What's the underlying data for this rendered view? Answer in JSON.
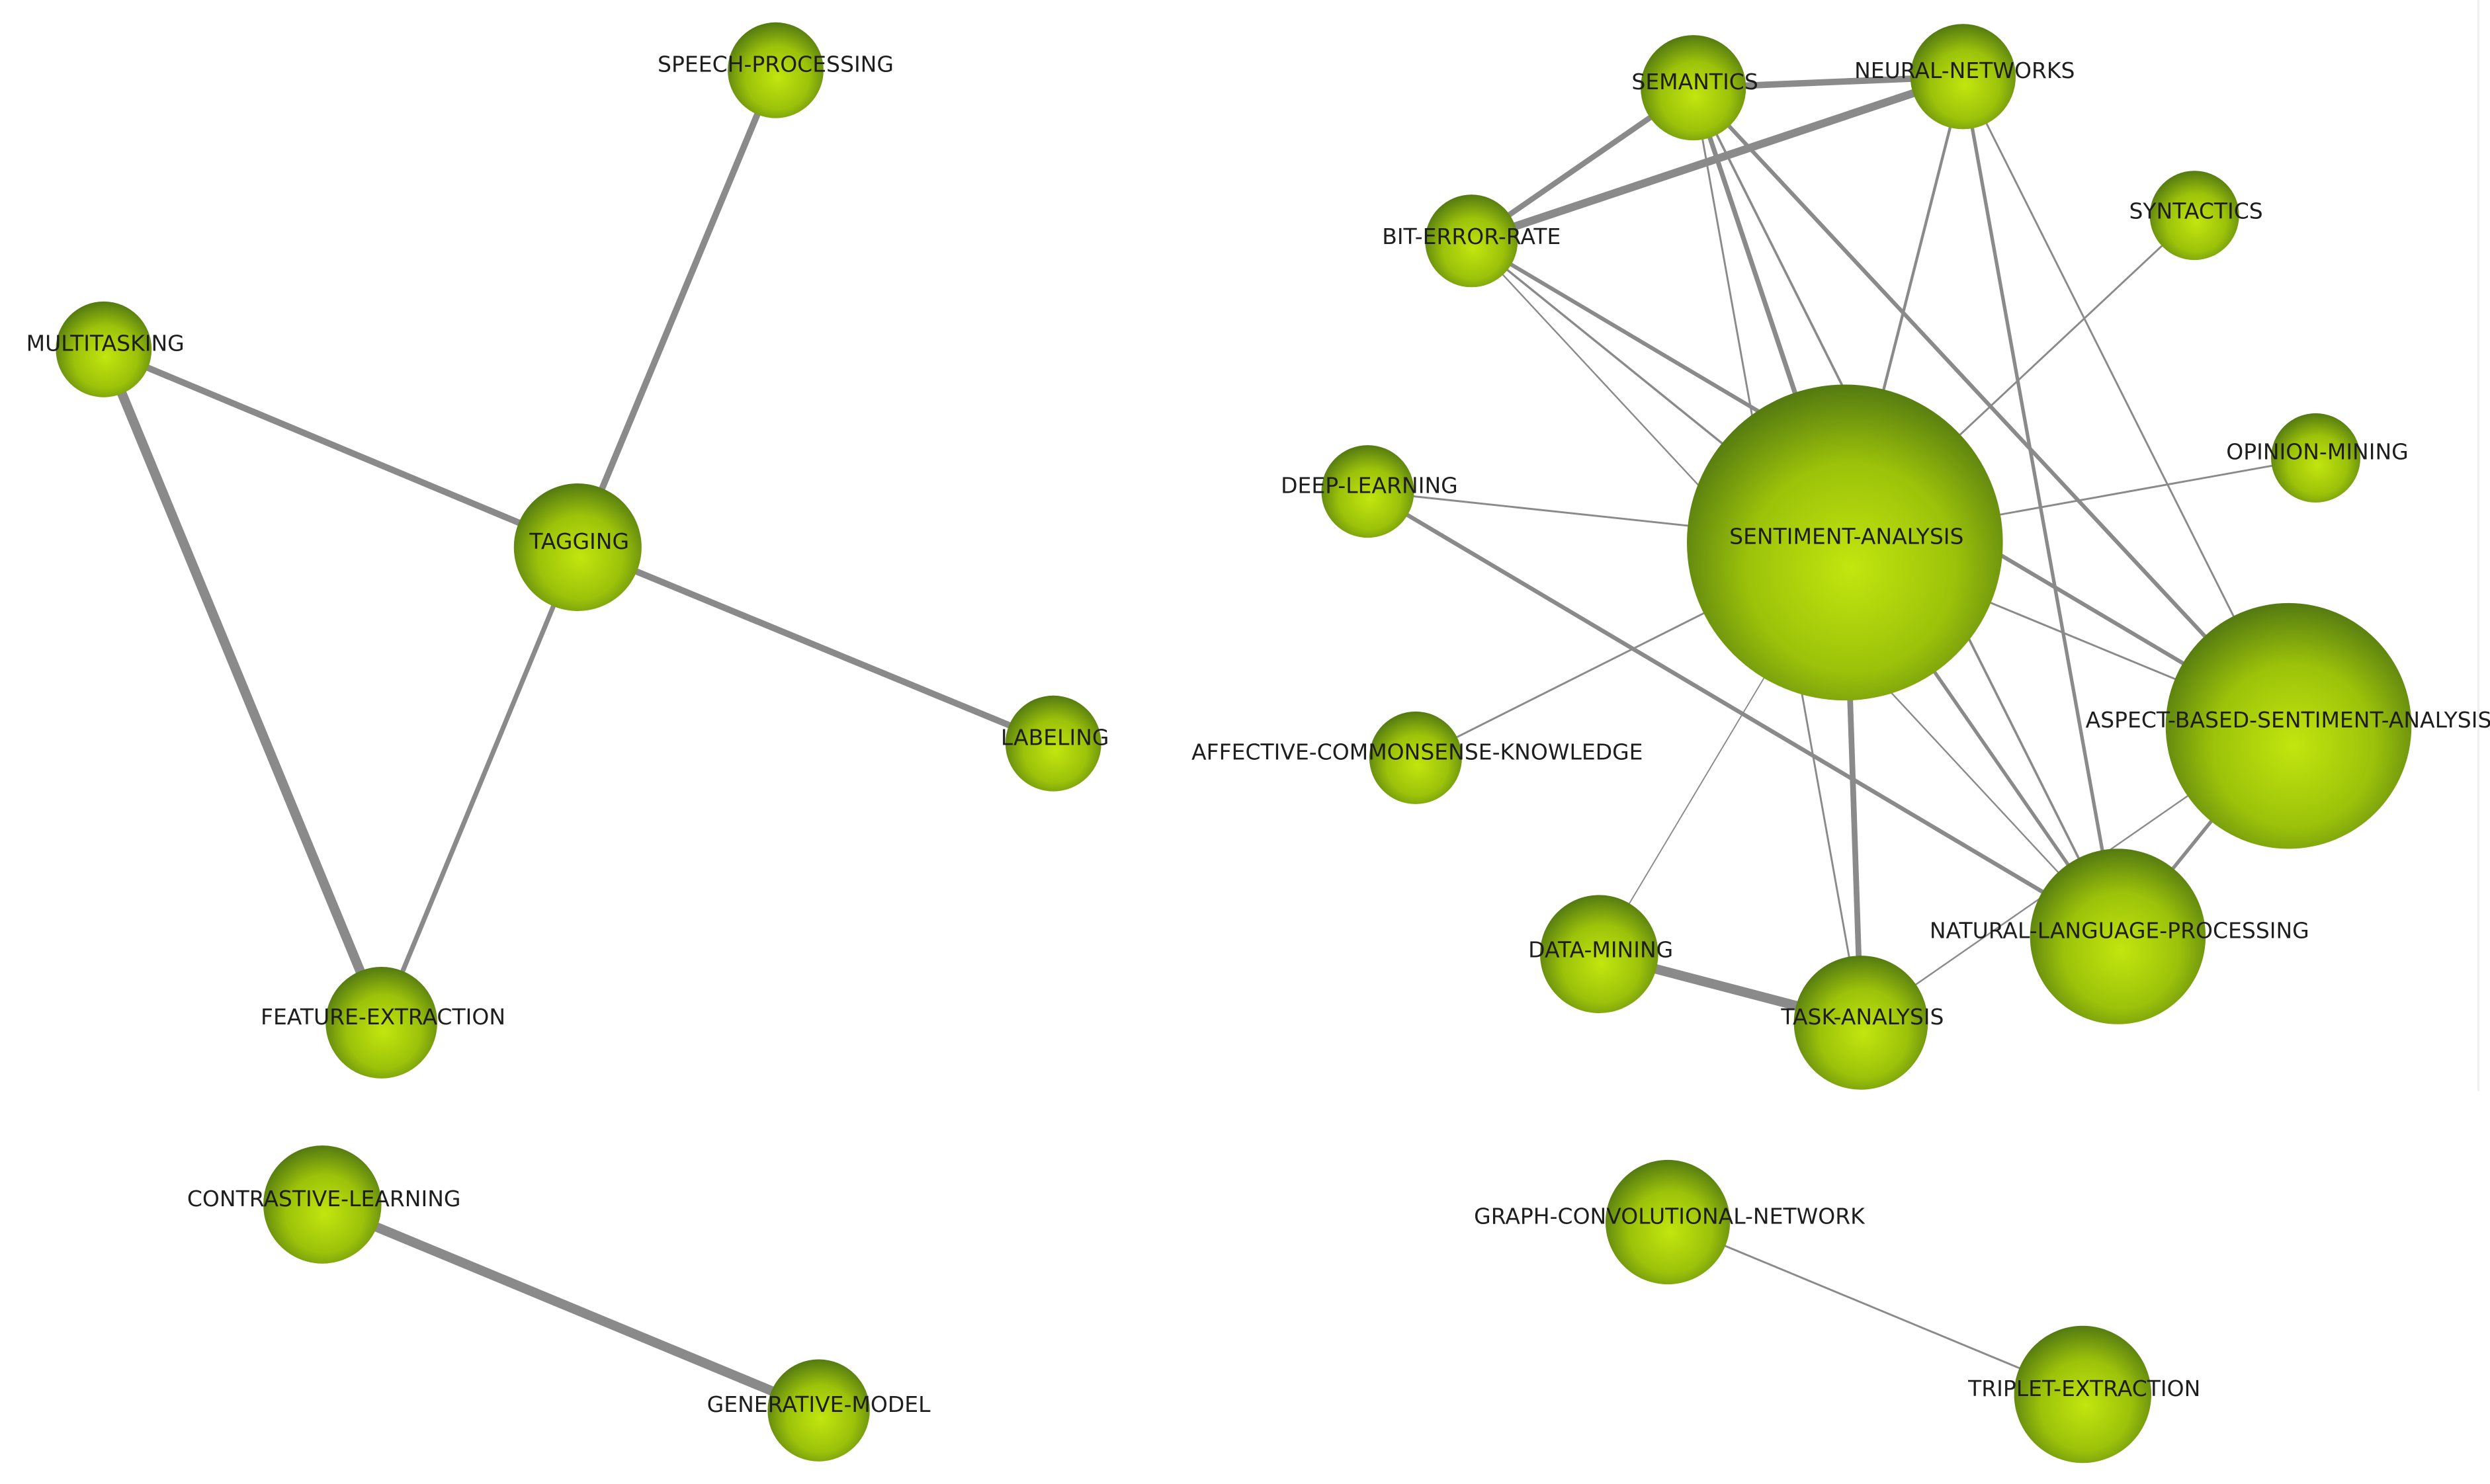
{
  "colors": {
    "node_light": "#c2e60e",
    "node_mid": "#9cc20a",
    "node_dark": "#4e7412",
    "edge": "#8a8a8a",
    "label": "#1e1e1e"
  },
  "nodes": [
    {
      "id": "speech-processing",
      "label": "SPEECH-PROCESSING"
    },
    {
      "id": "multitasking",
      "label": "MULTITASKING"
    },
    {
      "id": "tagging",
      "label": "TAGGING"
    },
    {
      "id": "labeling",
      "label": "LABELING"
    },
    {
      "id": "feature-extraction",
      "label": "FEATURE-EXTRACTION"
    },
    {
      "id": "contrastive-learning",
      "label": "CONTRASTIVE-LEARNING"
    },
    {
      "id": "generative-model",
      "label": "GENERATIVE-MODEL"
    },
    {
      "id": "semantics",
      "label": "SEMANTICS"
    },
    {
      "id": "neural-networks",
      "label": "NEURAL-NETWORKS"
    },
    {
      "id": "bit-error-rate",
      "label": "BIT-ERROR-RATE"
    },
    {
      "id": "syntactics",
      "label": "SYNTACTICS"
    },
    {
      "id": "deep-learning",
      "label": "DEEP-LEARNING"
    },
    {
      "id": "sentiment-analysis",
      "label": "SENTIMENT-ANALYSIS"
    },
    {
      "id": "opinion-mining",
      "label": "OPINION-MINING"
    },
    {
      "id": "affective-commonsense-knowledge",
      "label": "AFFECTIVE-COMMONSENSE-KNOWLEDGE"
    },
    {
      "id": "aspect-based-sentiment-analysis",
      "label": "ASPECT-BASED-SENTIMENT-ANALYSIS"
    },
    {
      "id": "data-mining",
      "label": "DATA-MINING"
    },
    {
      "id": "natural-language-processing",
      "label": "NATURAL-LANGUAGE-PROCESSING"
    },
    {
      "id": "task-analysis",
      "label": "TASK-ANALYSIS"
    },
    {
      "id": "graph-convolutional-network",
      "label": "GRAPH-CONVOLUTIONAL-NETWORK"
    },
    {
      "id": "triplet-extraction",
      "label": "TRIPLET-EXTRACTION"
    }
  ],
  "edges": [
    {
      "source": "tagging",
      "target": "speech-processing"
    },
    {
      "source": "tagging",
      "target": "multitasking"
    },
    {
      "source": "tagging",
      "target": "labeling"
    },
    {
      "source": "tagging",
      "target": "feature-extraction"
    },
    {
      "source": "multitasking",
      "target": "feature-extraction"
    },
    {
      "source": "contrastive-learning",
      "target": "generative-model"
    },
    {
      "source": "semantics",
      "target": "neural-networks"
    },
    {
      "source": "bit-error-rate",
      "target": "neural-networks"
    },
    {
      "source": "bit-error-rate",
      "target": "semantics"
    },
    {
      "source": "semantics",
      "target": "sentiment-analysis"
    },
    {
      "source": "semantics",
      "target": "task-analysis"
    },
    {
      "source": "semantics",
      "target": "aspect-based-sentiment-analysis"
    },
    {
      "source": "semantics",
      "target": "natural-language-processing"
    },
    {
      "source": "neural-networks",
      "target": "sentiment-analysis"
    },
    {
      "source": "neural-networks",
      "target": "natural-language-processing"
    },
    {
      "source": "neural-networks",
      "target": "aspect-based-sentiment-analysis"
    },
    {
      "source": "bit-error-rate",
      "target": "sentiment-analysis"
    },
    {
      "source": "bit-error-rate",
      "target": "aspect-based-sentiment-analysis"
    },
    {
      "source": "bit-error-rate",
      "target": "natural-language-processing"
    },
    {
      "source": "syntactics",
      "target": "sentiment-analysis"
    },
    {
      "source": "deep-learning",
      "target": "sentiment-analysis"
    },
    {
      "source": "deep-learning",
      "target": "natural-language-processing"
    },
    {
      "source": "opinion-mining",
      "target": "sentiment-analysis"
    },
    {
      "source": "affective-commonsense-knowledge",
      "target": "sentiment-analysis"
    },
    {
      "source": "sentiment-analysis",
      "target": "aspect-based-sentiment-analysis"
    },
    {
      "source": "sentiment-analysis",
      "target": "natural-language-processing"
    },
    {
      "source": "sentiment-analysis",
      "target": "task-analysis"
    },
    {
      "source": "sentiment-analysis",
      "target": "data-mining"
    },
    {
      "source": "aspect-based-sentiment-analysis",
      "target": "natural-language-processing"
    },
    {
      "source": "aspect-based-sentiment-analysis",
      "target": "task-analysis"
    },
    {
      "source": "data-mining",
      "target": "task-analysis"
    },
    {
      "source": "graph-convolutional-network",
      "target": "triplet-extraction"
    }
  ]
}
